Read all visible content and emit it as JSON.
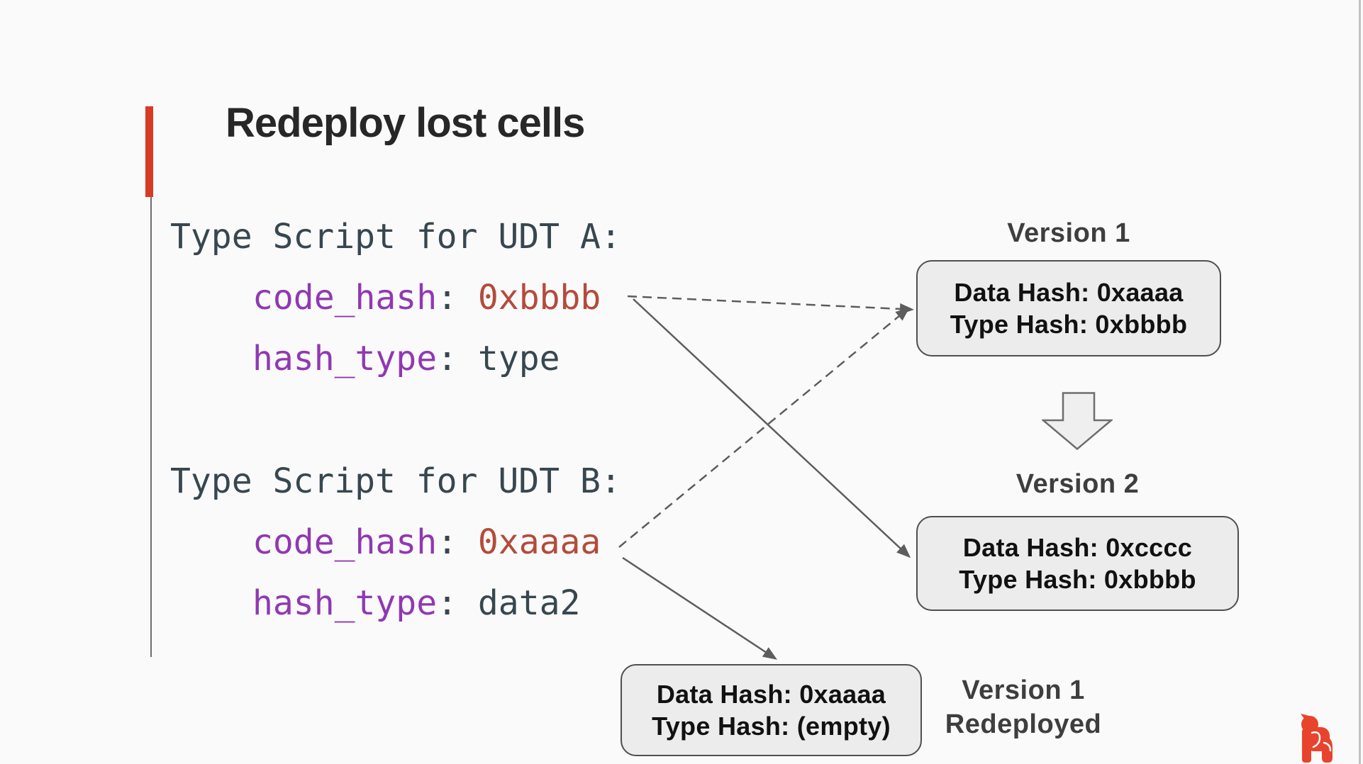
{
  "title": "Redeploy lost cells",
  "code_blocks": [
    {
      "header": "Type Script for UDT A:",
      "lines": [
        {
          "key": "code_hash",
          "sep": ": ",
          "value": "0xbbbb",
          "vclass": "code-val v-hex"
        },
        {
          "key": "hash_type",
          "sep": ": ",
          "value": "type",
          "vclass": "code-val v-plain"
        }
      ]
    },
    {
      "header": "Type Script for UDT B:",
      "lines": [
        {
          "key": "code_hash",
          "sep": ": ",
          "value": "0xaaaa",
          "vclass": "code-val v-hex"
        },
        {
          "key": "hash_type",
          "sep": ": ",
          "value": "data2",
          "vclass": "code-val v-plain"
        }
      ]
    }
  ],
  "boxes": [
    {
      "label": "Version 1",
      "line1": "Data Hash: 0xaaaa",
      "line2": "Type Hash: 0xbbbb"
    },
    {
      "label": "Version 2",
      "line1": "Data Hash: 0xcccc",
      "line2": "Type Hash: 0xbbbb"
    },
    {
      "label_line1": "Version 1",
      "label_line2": "Redeployed",
      "line1": "Data Hash: 0xaaaa",
      "line2": "Type Hash: (empty)"
    }
  ],
  "icons": {
    "logo": "gorilla-logo",
    "down_block_arrow": "down-arrow"
  },
  "colors": {
    "background": "#fafafa",
    "accent_red": "#d93a26",
    "logo_red": "#e8432d",
    "title_text": "#272727",
    "code_default": "#37474f",
    "code_key_purple": "#9038b3",
    "code_value_red": "#b44b3b",
    "box_fill": "#ececec",
    "box_border": "#4f4f4f",
    "box_text": "#111111",
    "label_text": "#3e3e3e",
    "arrow_gray": "#5d5d5d",
    "rule_gray": "#6e6e6e",
    "edge_line": "#c2c2c2",
    "arrow_fill": "#efefef"
  }
}
